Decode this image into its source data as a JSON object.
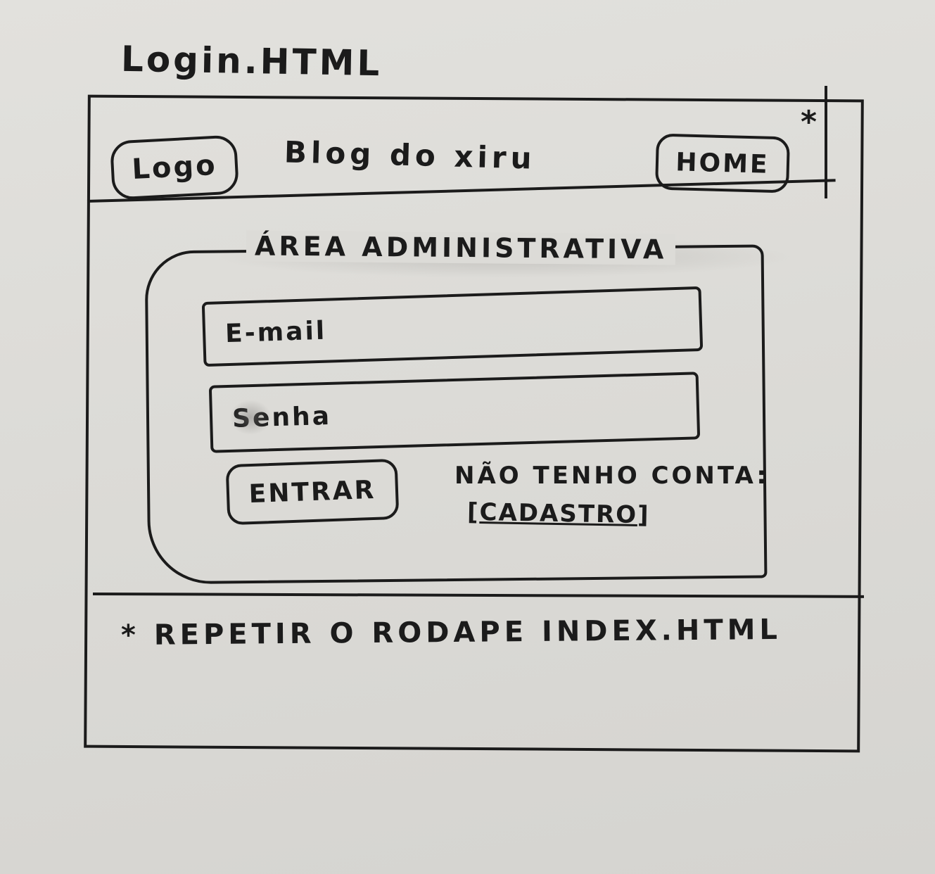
{
  "page_title": "Login.HTML",
  "header": {
    "logo_label": "Logo",
    "blog_title": "Blog do xiru",
    "home_label": "HOME",
    "asterisk": "*"
  },
  "admin": {
    "title": "ÁREA ADMINISTRATIVA",
    "email_placeholder": "E-mail",
    "password_placeholder": "Senha",
    "enter_label": "ENTRAR",
    "no_account_text": "NÃO TENHO CONTA:",
    "signup_label": "CADASTRO"
  },
  "footer": {
    "note": "* REPETIR O RODAPE INDEX.HTML"
  }
}
